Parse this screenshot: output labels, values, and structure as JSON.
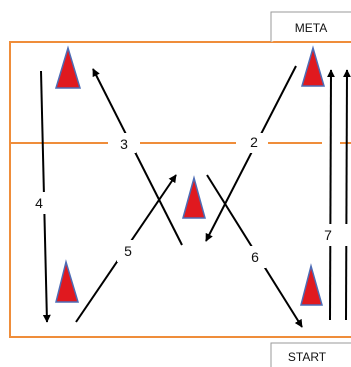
{
  "colors": {
    "court_line": "#ef8d3a",
    "cone_fill": "#e0191f",
    "cone_edge": "#4d6bb5",
    "arrow": "#000000",
    "box_border": "#9a9a9a",
    "background": "#ffffff"
  },
  "labels": {
    "meta": "META",
    "start": "START"
  },
  "steps": [
    {
      "number": "2",
      "direction": "from top-right cone down-left to center"
    },
    {
      "number": "3",
      "direction": "from center up-left to top-left cone"
    },
    {
      "number": "4",
      "direction": "down along left side"
    },
    {
      "number": "5",
      "direction": "from bottom-left cone up-right to center"
    },
    {
      "number": "6",
      "direction": "from center down-right to bottom-right cone"
    },
    {
      "number": "7",
      "direction": "up along right side to META"
    }
  ],
  "cones": [
    {
      "id": "top-left"
    },
    {
      "id": "top-right"
    },
    {
      "id": "center"
    },
    {
      "id": "bottom-left"
    },
    {
      "id": "bottom-right"
    }
  ]
}
